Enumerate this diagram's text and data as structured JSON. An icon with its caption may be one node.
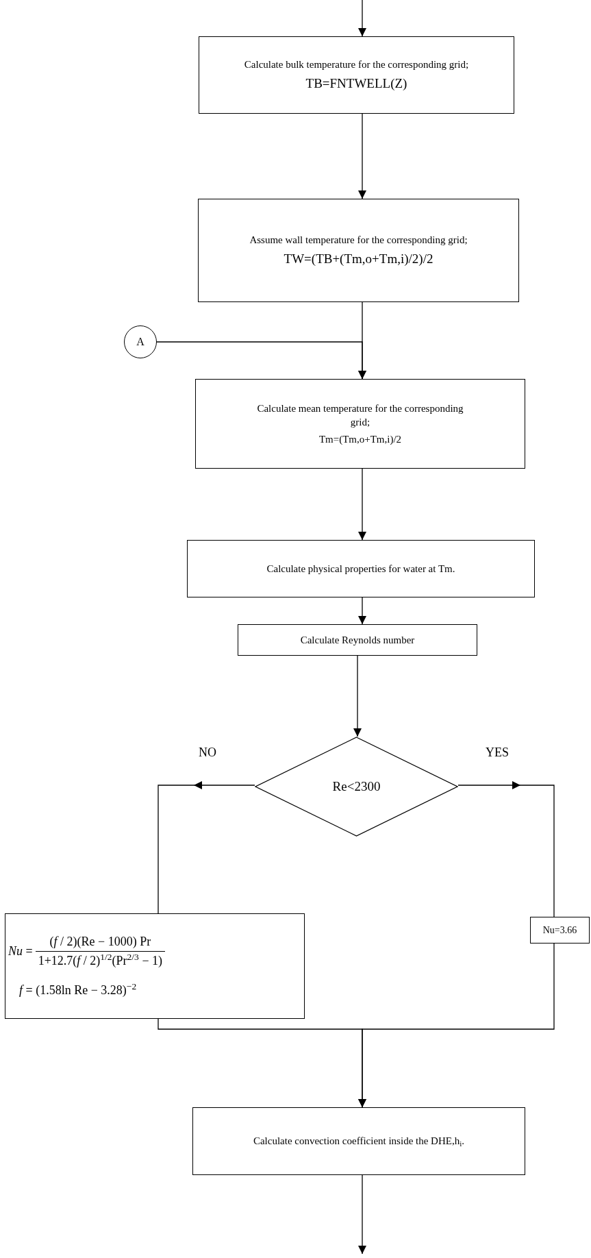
{
  "diagram": {
    "nodes": [
      {
        "text": [
          "Calculate bulk temperature for the corresponding grid;",
          "TB=FNTWELL(Z)"
        ]
      },
      {
        "text": [
          "Assume wall temperature for the corresponding grid;",
          "TW=(TB+(Tm,o+Tm,i)/2)/2"
        ]
      },
      {
        "text": [
          "A"
        ]
      },
      {
        "text": [
          "Calculate mean temperature for the corresponding grid;",
          "Tm=(Tm,o+Tm,i)/2"
        ]
      },
      {
        "text": [
          "Calculate physical  properties for water at Tm."
        ]
      },
      {
        "text": [
          "Calculate Reynolds number"
        ]
      },
      {
        "text": [
          "Re<2300"
        ]
      },
      {
        "text": [
          "*Nu* =",
          "(*f* / 2)(Re − 1000) Pr",
          "1+12.7(*f* / 2)$^{1/2}$(Pr$^{2/3}$ − 1)",
          "*f* = (1.58ln Re − 3.28)$^{−2}$"
        ]
      },
      {
        "text": [
          "Nu=3.66"
        ]
      },
      {
        "text": [
          "Calculate convection  coefficient inside the DHE,h$_{i}$."
        ]
      }
    ],
    "edges": [
      {
        "from": null,
        "to": 0,
        "arrow": "to"
      },
      {
        "from": 0,
        "to": 1,
        "arrow": "to"
      },
      {
        "from": 1,
        "to": 3,
        "arrow": "to"
      },
      {
        "from": 2,
        "to": 3,
        "arrow": "to"
      },
      {
        "from": 3,
        "to": 4,
        "arrow": "to"
      },
      {
        "from": 4,
        "to": 5,
        "arrow": "to"
      },
      {
        "from": 5,
        "to": 6,
        "arrow": "to"
      },
      {
        "from": 6,
        "to": 7,
        "arrow": "to",
        "label": "NO"
      },
      {
        "from": 6,
        "to": 8,
        "arrow": "to",
        "label": "YES"
      },
      {
        "from": 7,
        "to": 9,
        "arrow": "to"
      },
      {
        "from": 8,
        "to": 9,
        "arrow": "to"
      },
      {
        "from": 9,
        "to": null,
        "arrow": "to"
      }
    ]
  }
}
